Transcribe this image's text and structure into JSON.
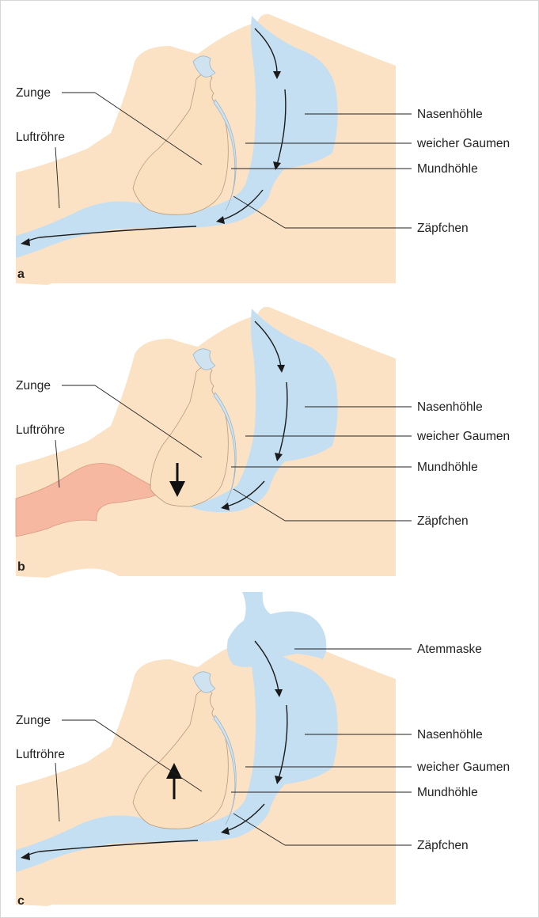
{
  "panels": [
    {
      "id": "a",
      "label": "a",
      "state": "open-airway",
      "labels_left": {
        "tongue": "Zunge",
        "trachea": "Luftröhre"
      },
      "labels_right": {
        "nasal": "Nasenhöhle",
        "palate": "weicher Gaumen",
        "mouth": "Mundhöhle",
        "uvula": "Zäpfchen"
      }
    },
    {
      "id": "b",
      "label": "b",
      "state": "obstructed-airway",
      "labels_left": {
        "tongue": "Zunge",
        "trachea": "Luftröhre"
      },
      "labels_right": {
        "nasal": "Nasenhöhle",
        "palate": "weicher Gaumen",
        "mouth": "Mundhöhle",
        "uvula": "Zäpfchen"
      }
    },
    {
      "id": "c",
      "label": "c",
      "state": "cpap-mask",
      "labels_left": {
        "tongue": "Zunge",
        "trachea": "Luftröhre"
      },
      "labels_right": {
        "mask": "Atemmaske",
        "nasal": "Nasenhöhle",
        "palate": "weicher Gaumen",
        "mouth": "Mundhöhle",
        "uvula": "Zäpfchen"
      }
    }
  ],
  "colors": {
    "skin": "#fce2c4",
    "airway": "#c4dff1",
    "collapsed_trachea": "#f6b8a0",
    "line": "#222222"
  }
}
